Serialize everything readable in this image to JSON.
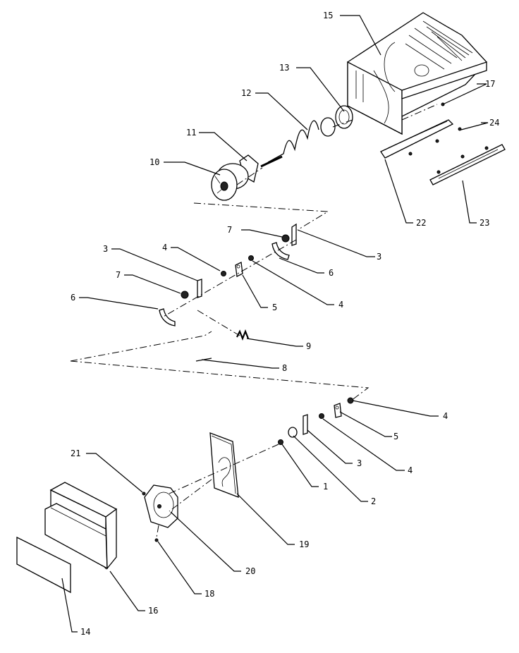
{
  "callouts": {
    "p1": "1",
    "p2": "2",
    "p3a": "3",
    "p3b": "3",
    "p3c": "3",
    "p4a": "4",
    "p4b": "4",
    "p4c": "4",
    "p4d": "4",
    "p5a": "5",
    "p5b": "5",
    "p6a": "6",
    "p6b": "6",
    "p7a": "7",
    "p7b": "7",
    "p8": "8",
    "p9": "9",
    "p10": "10",
    "p11": "11",
    "p12": "12",
    "p13": "13",
    "p14": "14",
    "p15": "15",
    "p16": "16",
    "p17": "17",
    "p18": "18",
    "p19": "19",
    "p20": "20",
    "p21": "21",
    "p22": "22",
    "p23": "23",
    "p24": "24"
  },
  "colors": {
    "ink": "#000000",
    "background": "#ffffff"
  }
}
